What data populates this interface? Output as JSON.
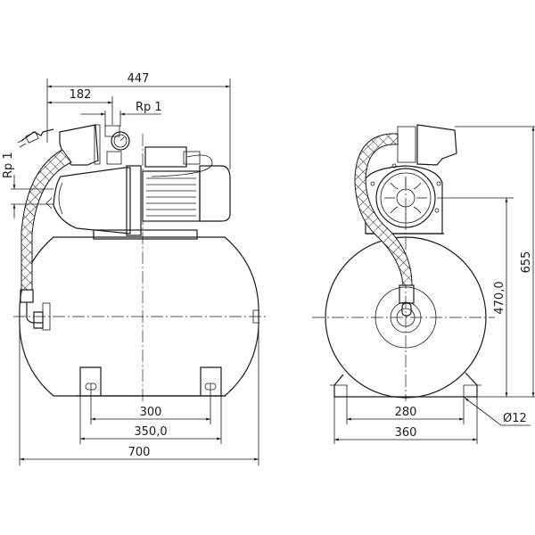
{
  "side_view": {
    "dimensions": {
      "overall_length": "447",
      "outlet_offset": "182",
      "outlet_thread": "Rp 1",
      "inlet_thread": "Rp 1",
      "foot_hole_spacing": "300",
      "foot_width": "350,0",
      "tank_length": "700"
    }
  },
  "front_view": {
    "dimensions": {
      "total_height": "655",
      "axis_height": "470,0",
      "foot_hole_spacing": "280",
      "foot_width": "360",
      "hole_diameter": "Ø12"
    }
  },
  "colors": {
    "line": "#1a1a1a",
    "background": "#ffffff"
  }
}
